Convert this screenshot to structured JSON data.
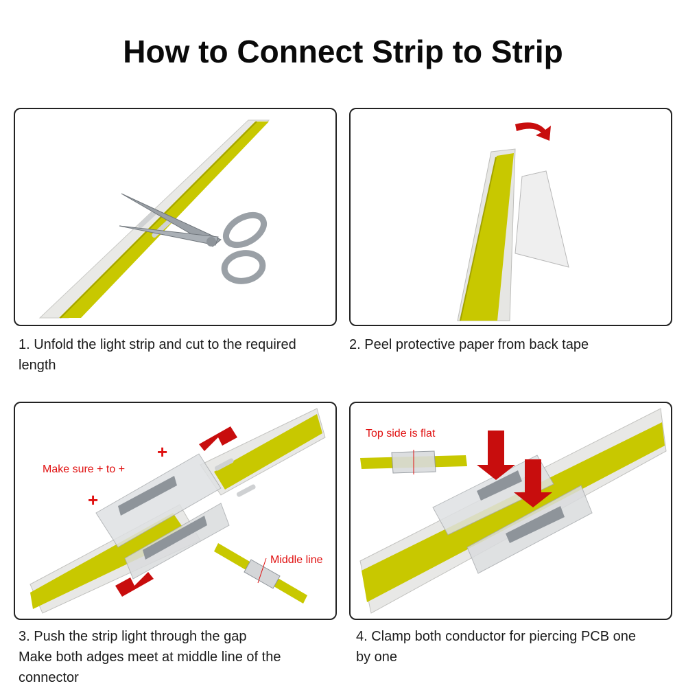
{
  "title": "How to Connect Strip to Strip",
  "colors": {
    "strip": "#c8c800",
    "strip_edge": "#9a9a00",
    "tape": "#e9e9e6",
    "arrow": "#c80d0d",
    "connector": "#c9cccf",
    "note_text": "#e01010"
  },
  "steps": [
    {
      "captions": [
        "1. Unfold the light strip and cut to the required",
        "length"
      ]
    },
    {
      "captions": [
        "2. Peel protective paper from back tape"
      ]
    },
    {
      "captions": [
        "3. Push the strip light through the gap",
        "Make both adges meet at middle line of the",
        "connector"
      ],
      "notes": {
        "polarity": "Make sure + to +",
        "plus_a": "+",
        "plus_b": "+",
        "middle": "Middle line"
      }
    },
    {
      "captions": [
        "4. Clamp both conductor for piercing PCB one",
        "by one"
      ],
      "notes": {
        "top_side": "Top side is flat"
      }
    }
  ]
}
